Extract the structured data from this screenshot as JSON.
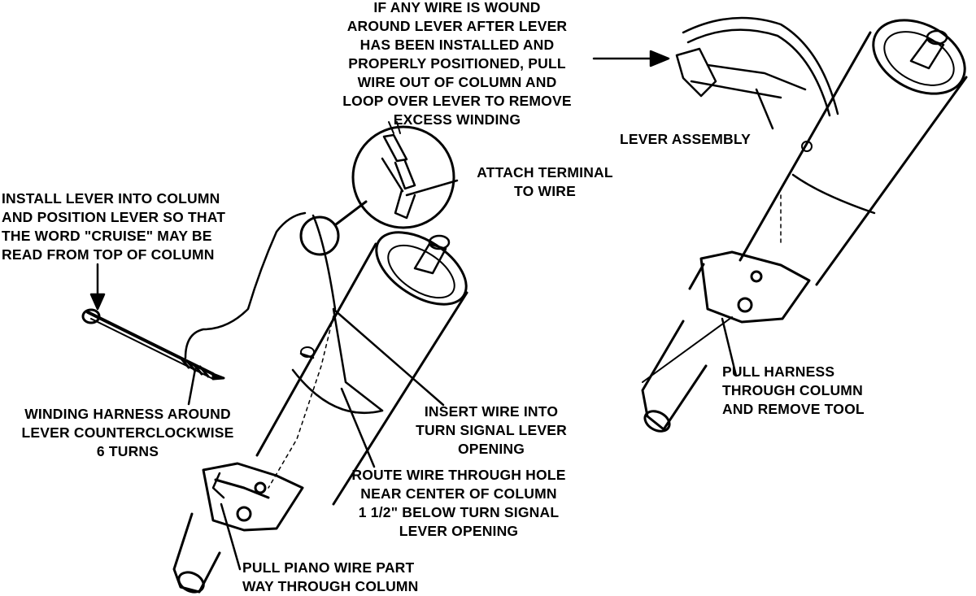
{
  "labels": {
    "excess_winding": [
      "IF ANY WIRE IS WOUND",
      "AROUND LEVER AFTER LEVER",
      "HAS BEEN INSTALLED AND",
      "PROPERLY POSITIONED, PULL",
      "WIRE OUT OF COLUMN AND",
      "LOOP OVER LEVER TO REMOVE",
      "EXCESS WINDING"
    ],
    "lever_assembly": [
      "LEVER ASSEMBLY"
    ],
    "attach_terminal": [
      "ATTACH TERMINAL",
      "TO WIRE"
    ],
    "install_lever": [
      "INSTALL LEVER INTO COLUMN",
      "AND POSITION LEVER SO THAT",
      "THE WORD \"CRUISE\" MAY BE",
      "READ FROM TOP OF COLUMN"
    ],
    "winding_harness": [
      "WINDING HARNESS AROUND",
      "LEVER COUNTERCLOCKWISE",
      "6 TURNS"
    ],
    "insert_wire": [
      "INSERT WIRE INTO",
      "TURN SIGNAL LEVER",
      "OPENING"
    ],
    "route_wire": [
      "ROUTE WIRE THROUGH HOLE",
      "NEAR CENTER OF COLUMN",
      "1 1/2\" BELOW TURN SIGNAL",
      "LEVER OPENING"
    ],
    "pull_piano_wire": [
      "PULL PIANO WIRE PART",
      "WAY THROUGH COLUMN"
    ],
    "pull_harness": [
      "PULL HARNESS",
      "THROUGH COLUMN",
      "AND REMOVE TOOL"
    ]
  }
}
